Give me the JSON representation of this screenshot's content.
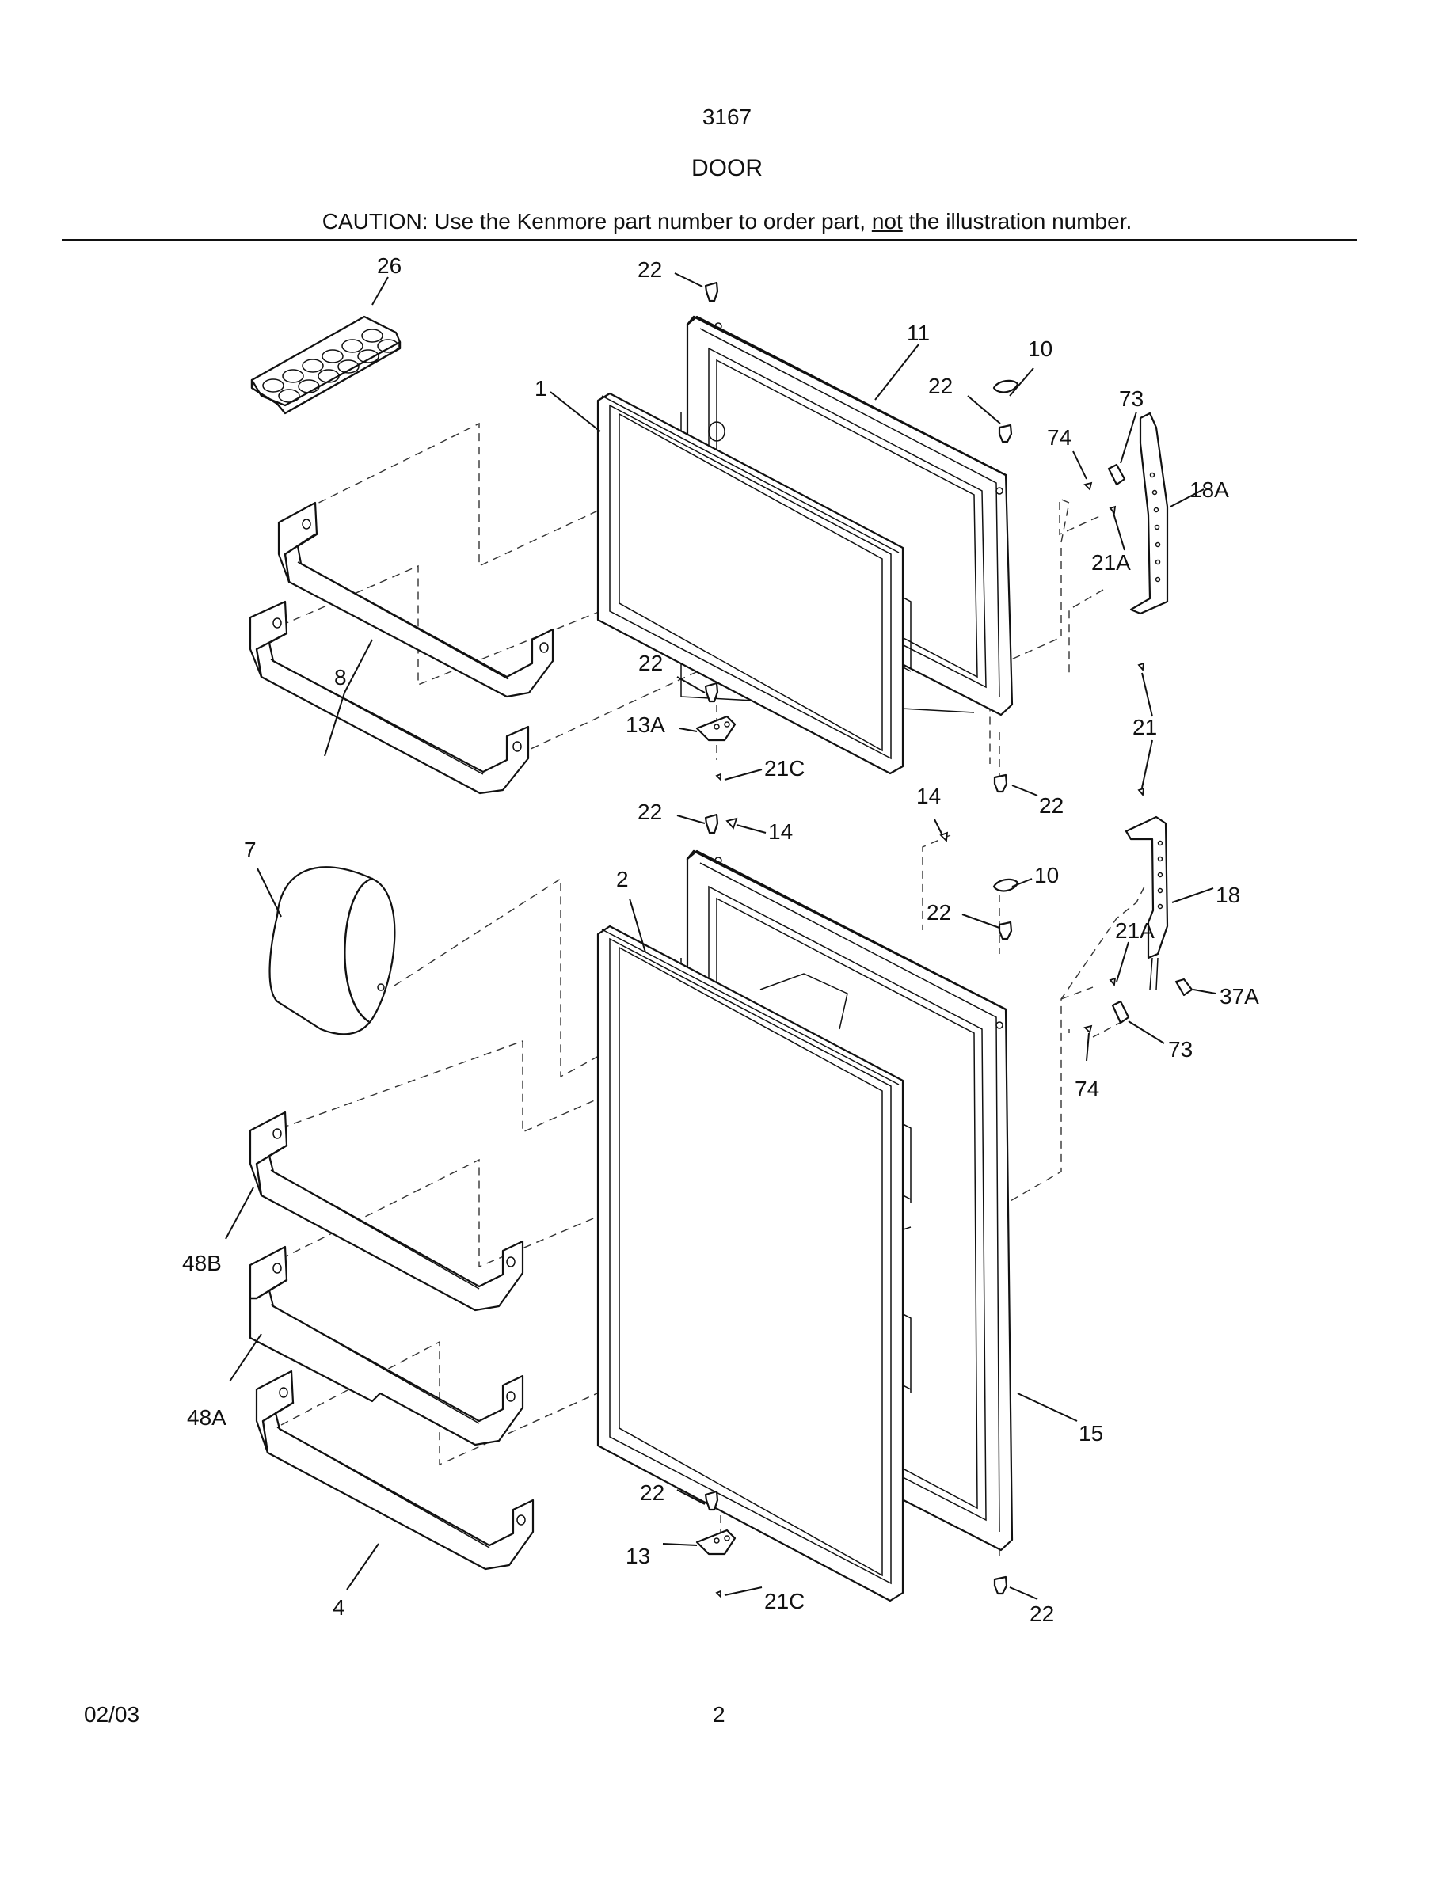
{
  "header": {
    "model": "3167",
    "section": "DOOR",
    "caution_prefix": "CAUTION: Use the Kenmore part number to order part, ",
    "caution_emphasis": "not",
    "caution_suffix": " the illustration number."
  },
  "footer": {
    "date": "02/03",
    "page": "2"
  },
  "callouts": {
    "c26": "26",
    "c1": "1",
    "c8": "8",
    "c22a": "22",
    "c11": "11",
    "c10a": "10",
    "c22b": "22",
    "c73a": "73",
    "c74a": "74",
    "c18A": "18A",
    "c21Aa": "21A",
    "c22c": "22",
    "c13A": "13A",
    "c21Ca": "21C",
    "c21": "21",
    "c22d": "22",
    "c22e": "22",
    "c14a": "14",
    "c14b": "14",
    "c7": "7",
    "c2": "2",
    "c10b": "10",
    "c22f": "22",
    "c18": "18",
    "c21Ab": "21A",
    "c37A": "37A",
    "c73b": "73",
    "c74b": "74",
    "c48B": "48B",
    "c48A": "48A",
    "c15": "15",
    "c22g": "22",
    "c13": "13",
    "c21Cb": "21C",
    "c22h": "22",
    "c4": "4"
  }
}
